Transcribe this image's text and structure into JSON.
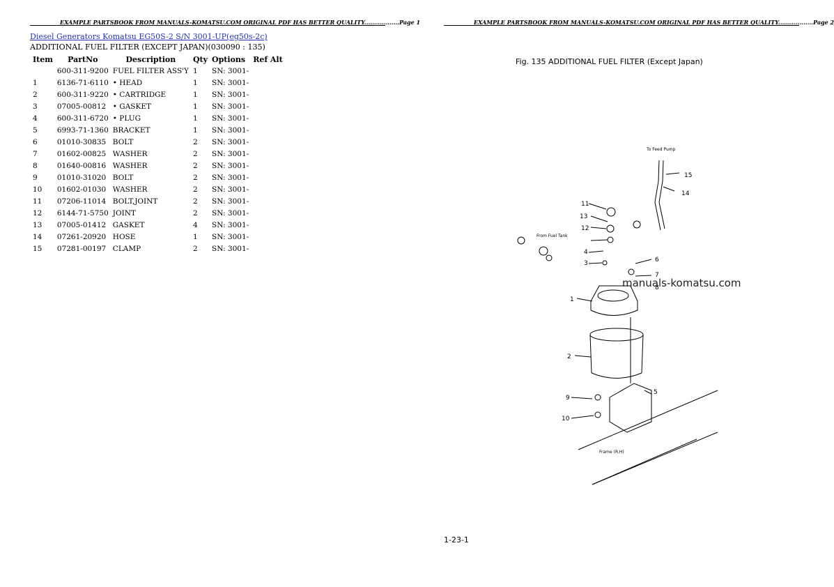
{
  "header_left": "EXAMPLE PARTSBOOK FROM MANUALS-KOMATSU.COM ORIGINAL PDF HAS BETTER QUALITY..................Page 1",
  "header_right": "EXAMPLE PARTSBOOK FROM MANUALS-KOMATSU.COM ORIGINAL PDF HAS BETTER QUALITY..................Page 2",
  "title_link": "Diesel Generators Komatsu EG50S-2 S/N 3001-UP(eg50s-2c)",
  "subtitle": "ADDITIONAL FUEL FILTER (EXCEPT JAPAN)(030090 : 135)",
  "table": {
    "headers": [
      "Item",
      "PartNo",
      "Description",
      "Qty",
      "Options",
      "Ref Alt"
    ],
    "rows": [
      [
        "",
        "600-311-9200",
        "FUEL FILTER ASS'Y",
        "1",
        "SN: 3001-",
        ""
      ],
      [
        "1",
        "6136-71-6110",
        "• HEAD",
        "1",
        "SN: 3001-",
        ""
      ],
      [
        "2",
        "600-311-9220",
        "• CARTRIDGE",
        "1",
        "SN: 3001-",
        ""
      ],
      [
        "3",
        "07005-00812",
        "• GASKET",
        "1",
        "SN: 3001-",
        ""
      ],
      [
        "4",
        "600-311-6720",
        "• PLUG",
        "1",
        "SN: 3001-",
        ""
      ],
      [
        "5",
        "6993-71-1360",
        "BRACKET",
        "1",
        "SN: 3001-",
        ""
      ],
      [
        "6",
        "01010-30835",
        "BOLT",
        "2",
        "SN: 3001-",
        ""
      ],
      [
        "7",
        "01602-00825",
        "WASHER",
        "2",
        "SN: 3001-",
        ""
      ],
      [
        "8",
        "01640-00816",
        "WASHER",
        "2",
        "SN: 3001-",
        ""
      ],
      [
        "9",
        "01010-31020",
        "BOLT",
        "2",
        "SN: 3001-",
        ""
      ],
      [
        "10",
        "01602-01030",
        "WASHER",
        "2",
        "SN: 3001-",
        ""
      ],
      [
        "11",
        "07206-11014",
        "BOLT,JOINT",
        "2",
        "SN: 3001-",
        ""
      ],
      [
        "12",
        "6144-71-5750",
        "JOINT",
        "2",
        "SN: 3001-",
        ""
      ],
      [
        "13",
        "07005-01412",
        "GASKET",
        "4",
        "SN: 3001-",
        ""
      ],
      [
        "14",
        "07261-20920",
        "HOSE",
        "1",
        "SN: 3001-",
        ""
      ],
      [
        "15",
        "07281-00197",
        "CLAMP",
        "2",
        "SN: 3001-",
        ""
      ]
    ]
  },
  "diagram": {
    "fig_title": "Fig. 135  ADDITIONAL FUEL FILTER (Except Japan)",
    "to_pump": "To Feed Pump",
    "from_tank": "From Fuel Tank",
    "frame": "Frame (R.H)",
    "callouts": [
      "1",
      "2",
      "3",
      "4",
      "5",
      "6",
      "7",
      "8",
      "9",
      "10",
      "11",
      "12",
      "13",
      "14",
      "15"
    ]
  },
  "watermark": "manuals-komatsu.com",
  "page_footer": "1-23-1"
}
